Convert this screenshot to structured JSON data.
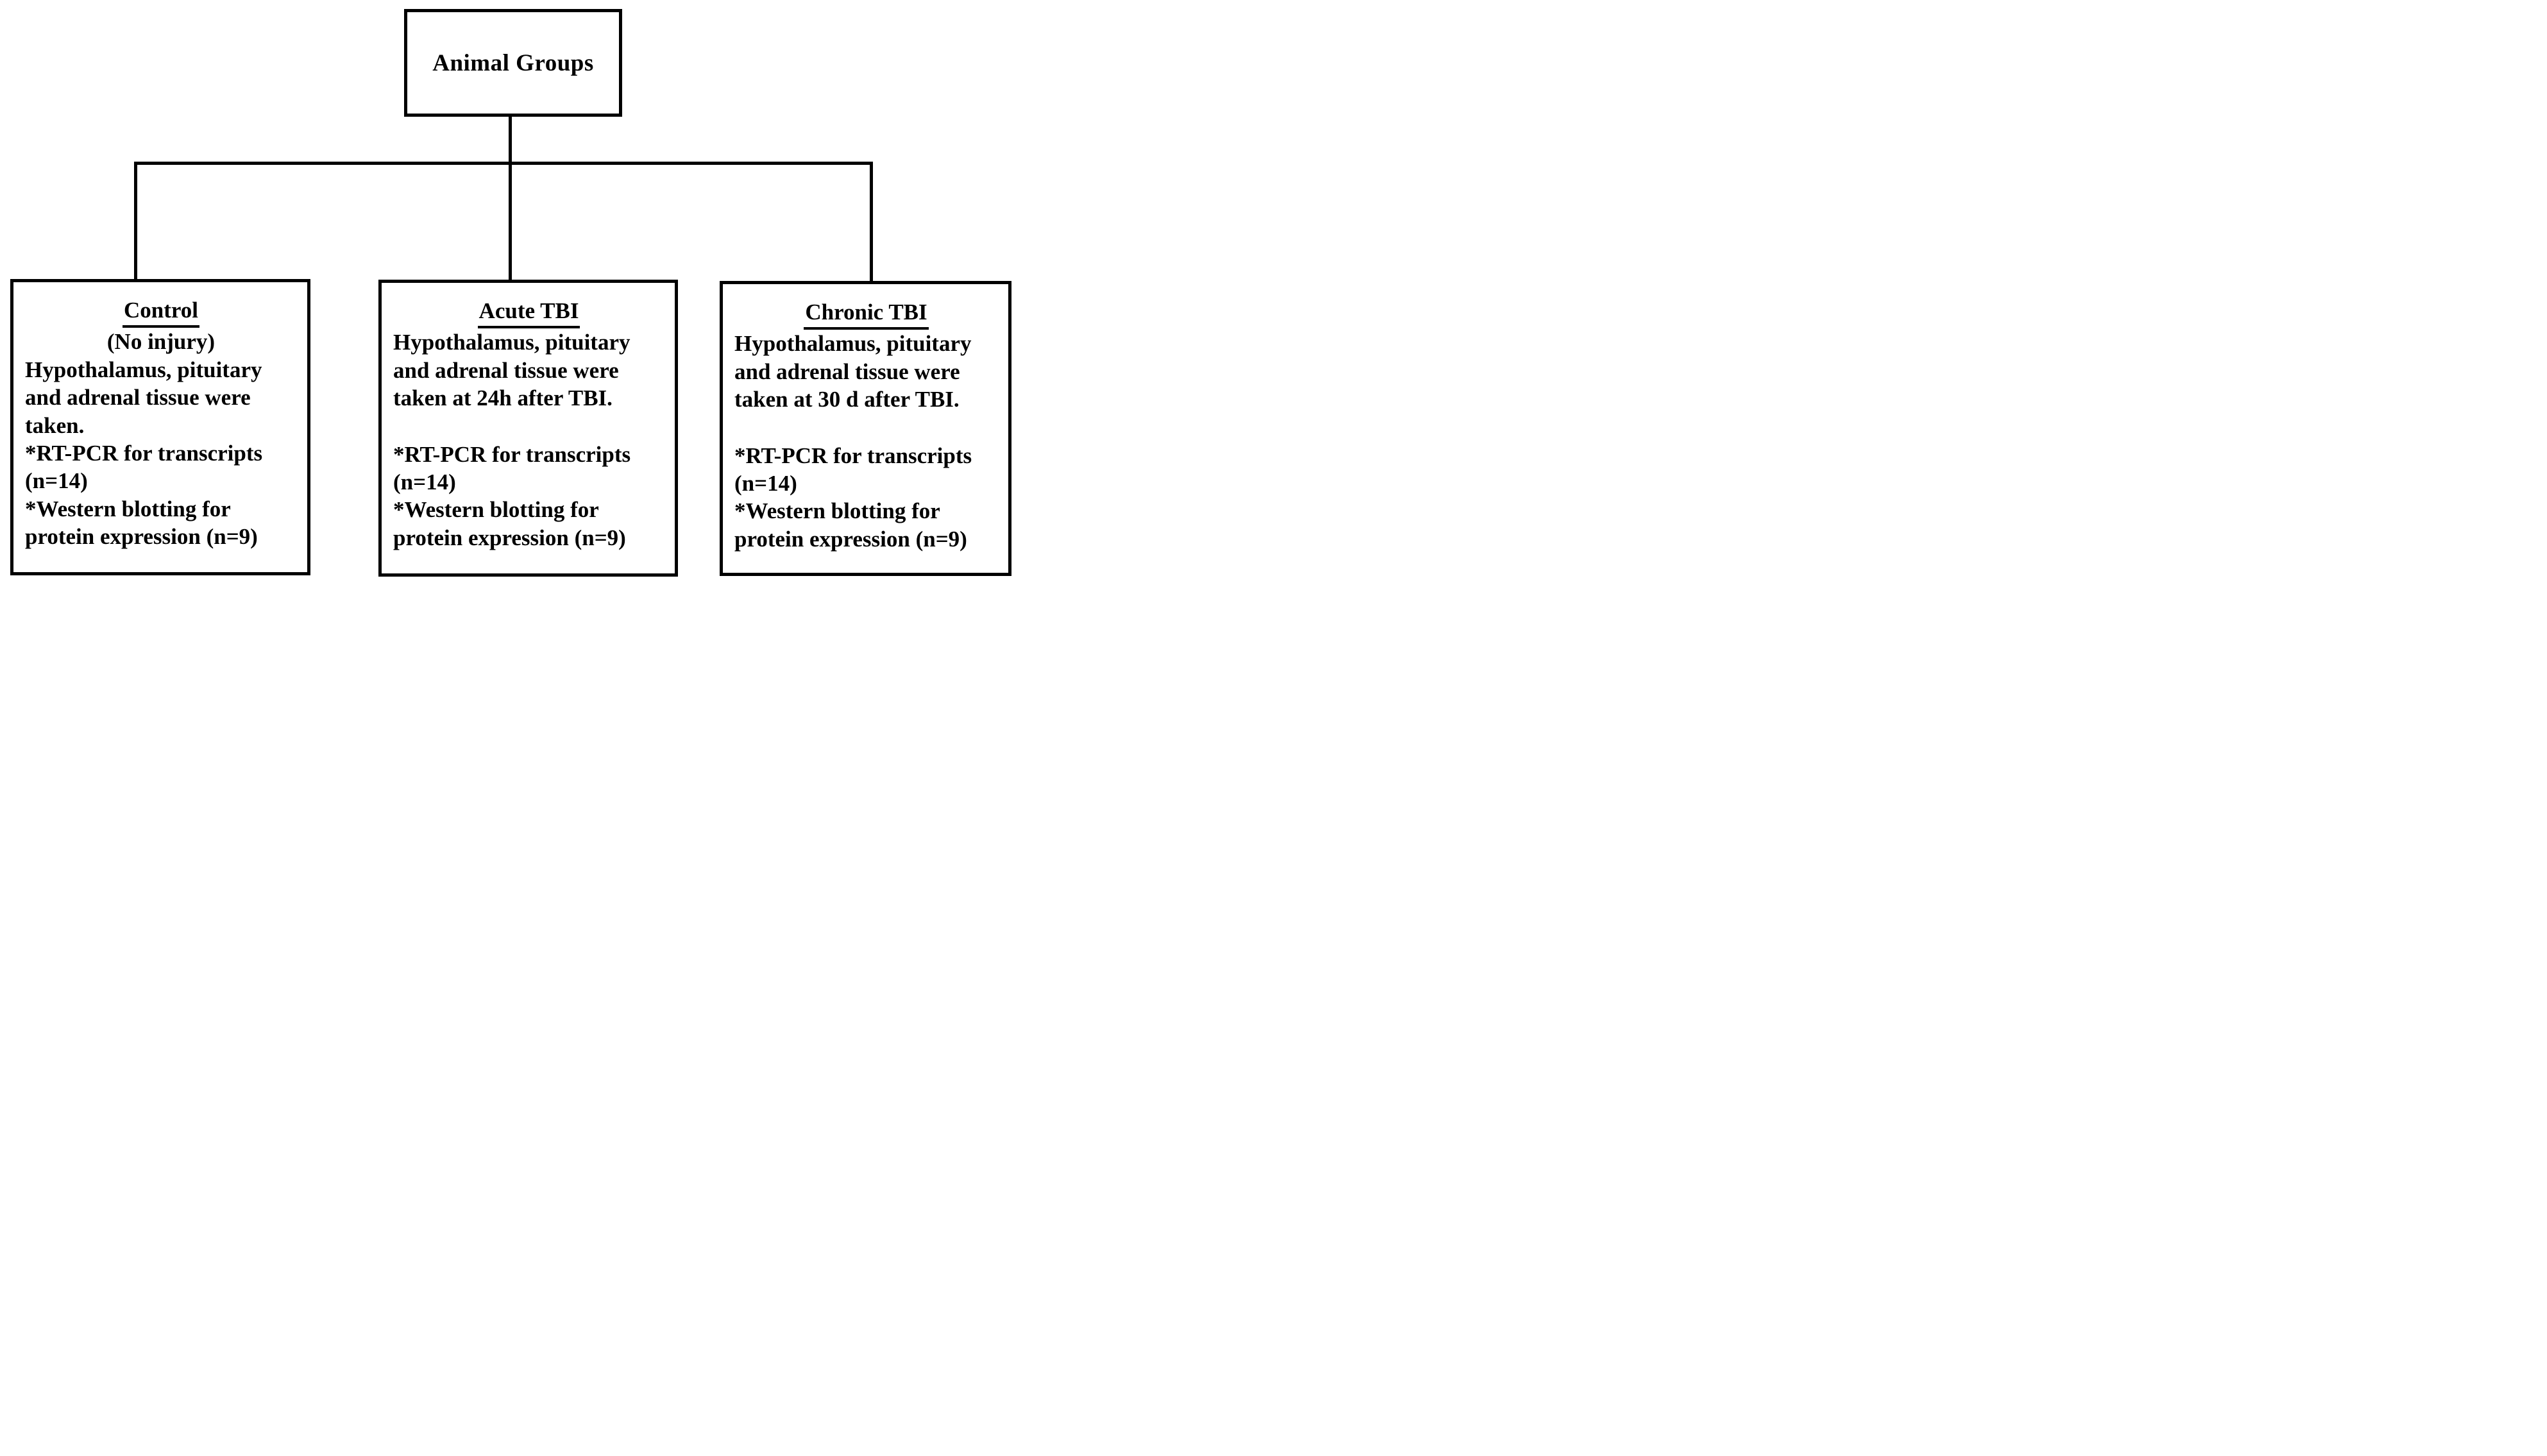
{
  "diagram": {
    "root_label": "Animal Groups",
    "branches": [
      {
        "title": "Control",
        "subtitle": "(No injury)",
        "body": "Hypothalamus, pituitary\nand adrenal tissue were\ntaken.",
        "methods": [
          "*RT-PCR for transcripts\n(n=14)",
          "*Western blotting for\nprotein expression (n=9)"
        ]
      },
      {
        "title": "Acute TBI",
        "body": "Hypothalamus, pituitary\nand adrenal tissue were\ntaken at 24h after TBI.",
        "methods": [
          "*RT-PCR for transcripts\n(n=14)",
          "*Western blotting for\nprotein expression (n=9)"
        ]
      },
      {
        "title": "Chronic TBI",
        "body": "Hypothalamus, pituitary\nand adrenal tissue were\ntaken at 30 d after TBI.",
        "methods": [
          "*RT-PCR for transcripts\n(n=14)",
          "*Western blotting for\nprotein expression (n=9)"
        ]
      }
    ]
  },
  "colors": {
    "line": "#000000",
    "background": "#ffffff",
    "text": "#000000"
  }
}
